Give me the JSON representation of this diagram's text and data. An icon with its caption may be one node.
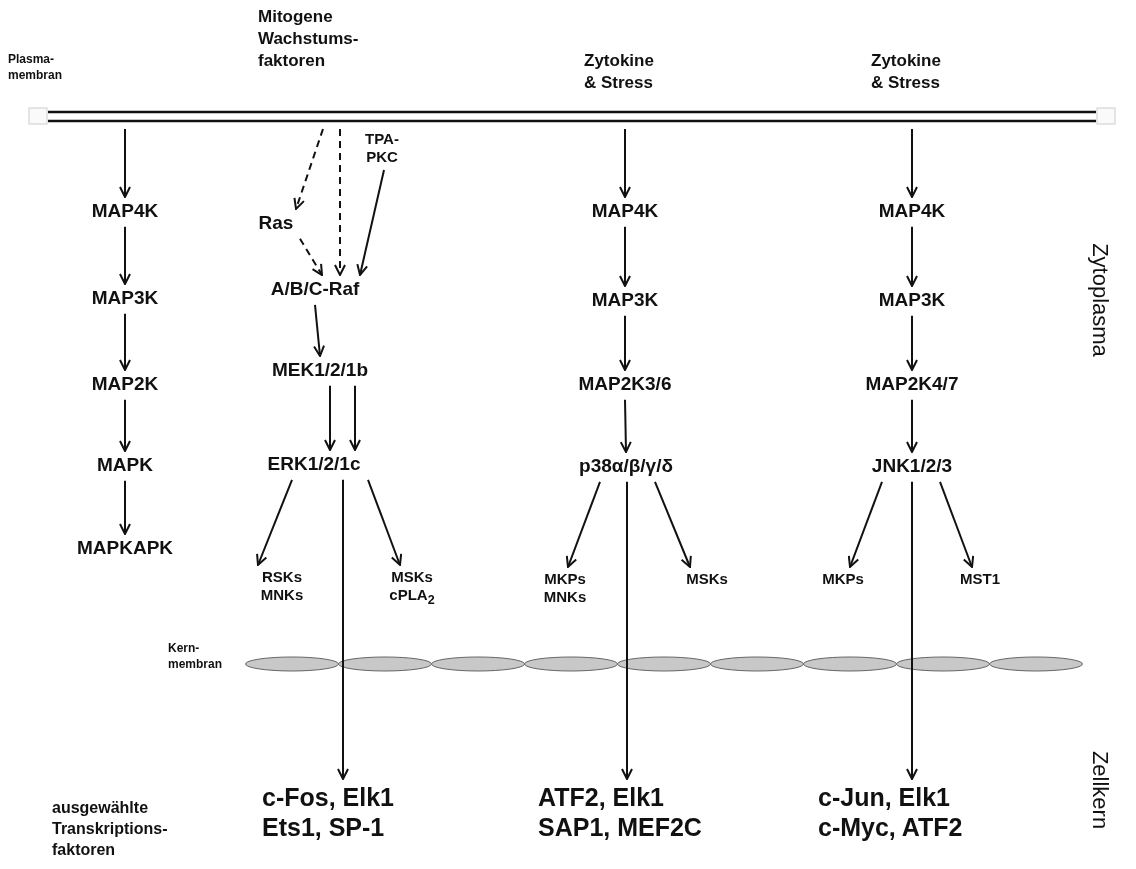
{
  "diagram": {
    "nodes": [
      {
        "text": [],
        "shape": "bar"
      },
      {
        "text": [
          "MAP4K"
        ]
      },
      {
        "text": [
          "MAP3K"
        ]
      },
      {
        "text": [
          "MAP2K"
        ]
      },
      {
        "text": [
          "MAPK"
        ]
      },
      {
        "text": [
          "MAPKAPK"
        ]
      },
      {
        "text": [
          "TPA- PKC"
        ]
      },
      {
        "text": [
          "Ras"
        ]
      },
      {
        "text": [
          "A/B/C-Raf"
        ]
      },
      {
        "text": [
          "MEK1/2/1b"
        ]
      },
      {
        "text": [
          "ERK1/2/1c"
        ]
      },
      {
        "text": [
          "RSKs MNKs"
        ]
      },
      {
        "text": [
          "MSKs cPLA$_{2}$"
        ]
      },
      {
        "text": [
          "c-Fos, Elk1 Ets1, SP-1"
        ]
      },
      {
        "text": [
          "MAP4K"
        ]
      },
      {
        "text": [
          "MAP3K"
        ]
      },
      {
        "text": [
          "MAP2K3/6"
        ]
      },
      {
        "text": [
          "p38α/β/γ/δ"
        ]
      },
      {
        "text": [
          "MKPs MNKs"
        ]
      },
      {
        "text": [
          "MSKs"
        ]
      },
      {
        "text": [
          "ATF2, Elk1 SAP1, MEF2C"
        ]
      },
      {
        "text": [
          "MAP4K"
        ]
      },
      {
        "text": [
          "MAP3K"
        ]
      },
      {
        "text": [
          "MAP2K4/7"
        ]
      },
      {
        "text": [
          "JNK1/2/3"
        ]
      },
      {
        "text": [
          "MKPs"
        ]
      },
      {
        "text": [
          "MST1"
        ]
      },
      {
        "text": [
          "c-Jun, Elk1 c-Myc, ATF2"
        ]
      }
    ],
    "edges": [
      {
        "from": 0,
        "to": 1,
        "arrow": "to"
      },
      {
        "from": 1,
        "to": 2,
        "arrow": "to"
      },
      {
        "from": 2,
        "to": 3,
        "arrow": "to"
      },
      {
        "from": 3,
        "to": 4,
        "arrow": "to"
      },
      {
        "from": 4,
        "to": 5,
        "arrow": "to"
      },
      {
        "from": 0,
        "to": 7,
        "arrow": "to",
        "style": "dashed"
      },
      {
        "from": 0,
        "to": 8,
        "arrow": "to",
        "style": "dashed"
      },
      {
        "from": 7,
        "to": 8,
        "arrow": "to",
        "style": "dashed"
      },
      {
        "from": 6,
        "to": 8,
        "arrow": "to"
      },
      {
        "from": 8,
        "to": 9,
        "arrow": "to"
      },
      {
        "from": 9,
        "to": 10,
        "arrow": "to"
      },
      {
        "from": 9,
        "to": 10,
        "arrow": "to"
      },
      {
        "from": 10,
        "to": 11,
        "arrow": "to"
      },
      {
        "from": 10,
        "to": 12,
        "arrow": "to"
      },
      {
        "from": 10,
        "to": 13,
        "arrow": "to"
      },
      {
        "from": 0,
        "to": 14,
        "arrow": "to"
      },
      {
        "from": 14,
        "to": 15,
        "arrow": "to"
      },
      {
        "from": 15,
        "to": 16,
        "arrow": "to"
      },
      {
        "from": 16,
        "to": 17,
        "arrow": "to"
      },
      {
        "from": 17,
        "to": 18,
        "arrow": "to"
      },
      {
        "from": 17,
        "to": 19,
        "arrow": "to"
      },
      {
        "from": 17,
        "to": 20,
        "arrow": "to"
      },
      {
        "from": 0,
        "to": 21,
        "arrow": "to"
      },
      {
        "from": 21,
        "to": 22,
        "arrow": "to"
      },
      {
        "from": 22,
        "to": 23,
        "arrow": "to"
      },
      {
        "from": 23,
        "to": 24,
        "arrow": "to"
      },
      {
        "from": 24,
        "to": 25,
        "arrow": "to"
      },
      {
        "from": 24,
        "to": 26,
        "arrow": "to"
      },
      {
        "from": 24,
        "to": 27,
        "arrow": "to"
      }
    ],
    "labels": [
      "Plasma- membran",
      "Mitogene Wachstums- faktoren",
      "Zytokine & Stress",
      "Zytokine & Stress",
      "Zytoplasma",
      "Kern- membran",
      "Zellkern",
      "ausgewählte Transkriptions- faktoren"
    ]
  }
}
